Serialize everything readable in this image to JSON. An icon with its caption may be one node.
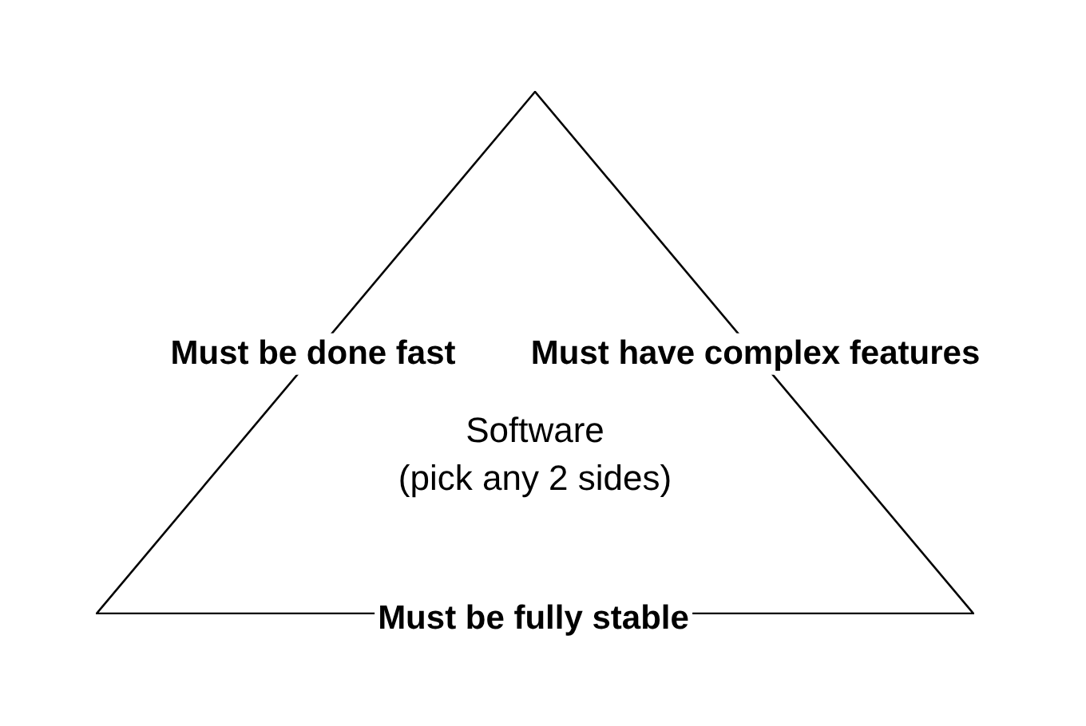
{
  "diagram": {
    "nodes": [
      {
        "text": [
          "Software",
          "(pick any 2 sides)"
        ]
      }
    ],
    "edges": [],
    "labels": [
      "Must be done fast",
      "Must have complex features",
      "Must be fully stable"
    ]
  }
}
